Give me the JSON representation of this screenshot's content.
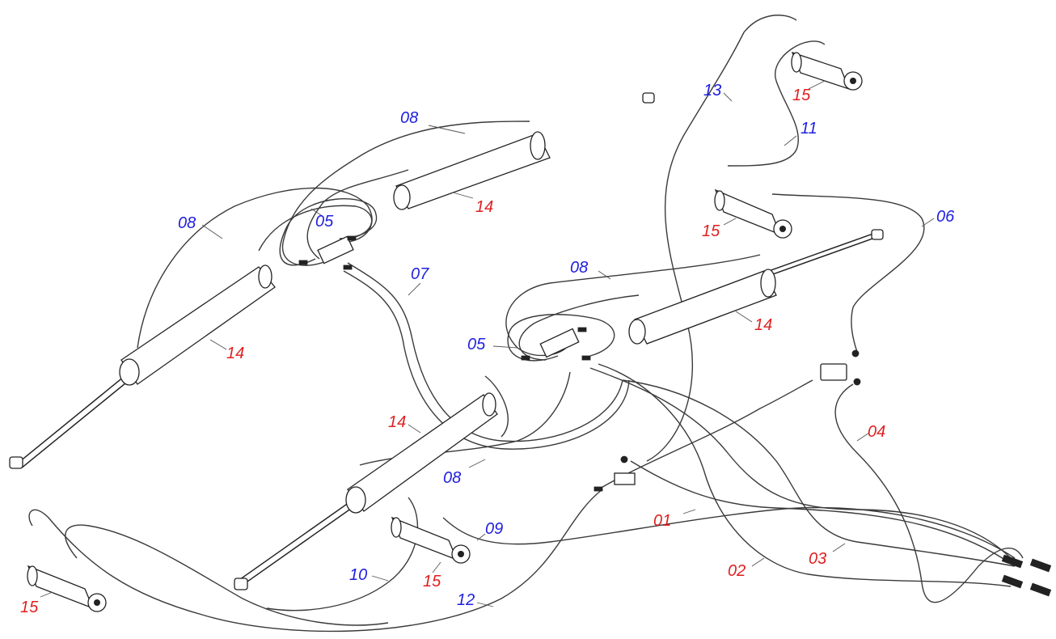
{
  "colors": {
    "hose_label": "#2020e0",
    "part_label": "#e02020",
    "line": "#222222"
  },
  "labels": {
    "l01": "01",
    "l02": "02",
    "l03": "03",
    "l04": "04",
    "l05a": "05",
    "l05b": "05",
    "l06": "06",
    "l07": "07",
    "l08a": "08",
    "l08b": "08",
    "l08c": "08",
    "l08d": "08",
    "l09": "09",
    "l10": "10",
    "l11": "11",
    "l12": "12",
    "l13": "13",
    "l14a": "14",
    "l14b": "14",
    "l14c": "14",
    "l14d": "14",
    "l15a": "15",
    "l15b": "15",
    "l15c": "15",
    "l15d": "15"
  }
}
